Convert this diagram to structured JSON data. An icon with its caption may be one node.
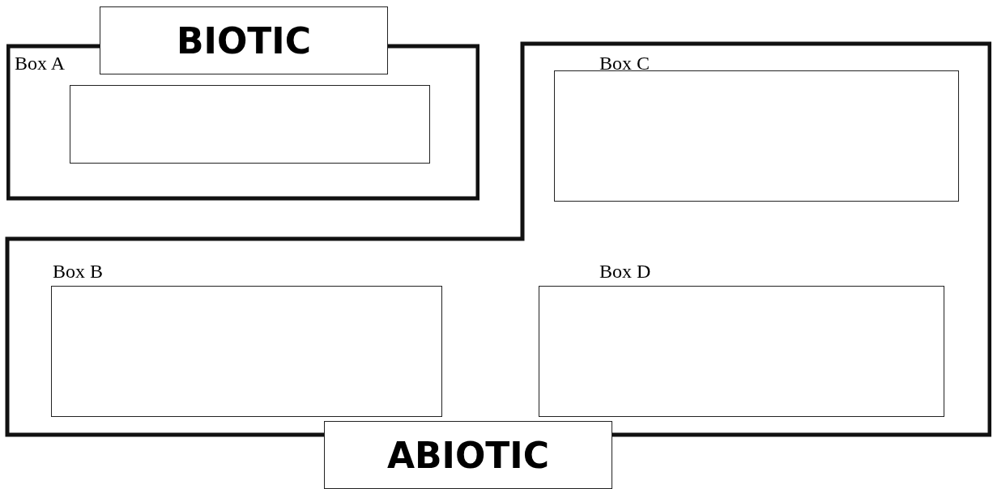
{
  "diagram": {
    "nodes": [
      {
        "text": [
          "BIOTIC"
        ]
      },
      {
        "text": [
          "Box A"
        ],
        "in": 0
      },
      {
        "text": [
          "ABIOTIC"
        ]
      },
      {
        "text": [
          "Box C"
        ],
        "in": 2
      },
      {
        "text": [
          "Box B"
        ],
        "in": 2
      },
      {
        "text": [
          "Box D"
        ],
        "in": 2
      }
    ],
    "edges": []
  }
}
